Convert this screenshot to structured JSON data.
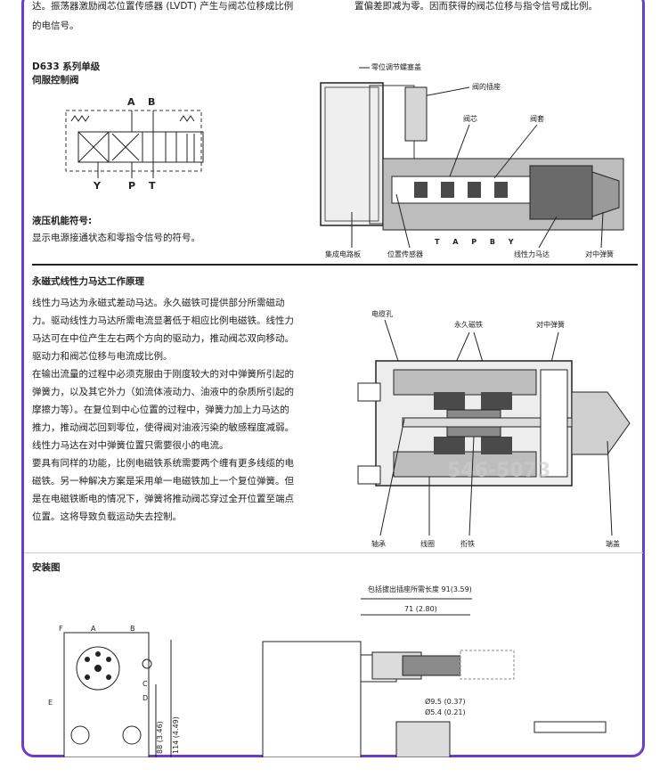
{
  "top": {
    "left_line1": "达。振荡器激励阀芯位置传感器 (LVDT) 产生与阀芯位移成比例",
    "left_line2": "的电信号。",
    "right_line1": "置偏差即减为零。因而获得的阀芯位移与指令信号成比例。"
  },
  "symbol": {
    "title1": "D633 系列单级",
    "title2": "伺服控制阀",
    "port_A": "A",
    "port_B": "B",
    "port_Y": "Y",
    "port_P": "P",
    "port_T": "T",
    "caption_title": "液压机能符号:",
    "caption_text": "显示电源接通状态和零指令信号的符号。"
  },
  "valve_diagram": {
    "label_null_cap": "零位调节螺塞盖",
    "label_connector": "阀的插座",
    "label_spool": "阀芯",
    "label_sleeve": "阀套",
    "label_circuit": "集成电路板",
    "label_sensor": "位置传感器",
    "label_motor": "线性力马达",
    "label_spring": "对中弹簧",
    "ports_row": "T A P B Y"
  },
  "motor_section": {
    "heading": "永磁式线性力马达工作原理",
    "paragraphs": [
      "线性力马达为永磁式差动马达。永久磁铁可提供部分所需磁动",
      "力。驱动线性力马达所需电流显著低于相应比例电磁铁。线性力",
      "马达可在中位产生左右两个方向的驱动力，推动阀芯双向移动。",
      "驱动力和阀芯位移与电流成比例。",
      "在输出流量的过程中必须克服由于刚度较大的对中弹簧所引起的",
      "弹簧力，以及其它外力（如流体液动力、油液中的杂质所引起的",
      "摩擦力等）。在复位到中心位置的过程中，弹簧力加上力马达的",
      "推力，推动阀芯回到零位，使得阀对油液污染的敏感程度减弱。",
      "线性力马达在对中弹簧位置只需要很小的电流。",
      "要具有同样的功能，比例电磁铁系统需要两个缠有更多线缆的电",
      "磁铁。另一种解决方案是采用单一电磁铁加上一个复位弹簧。但",
      "是在电磁铁断电的情况下，弹簧将推动阀芯穿过全开位置至端点",
      "位置。这将导致负载运动失去控制。"
    ]
  },
  "motor_diagram": {
    "label_cable": "电缆孔",
    "label_magnet": "永久磁铁",
    "label_spring": "对中弹簧",
    "label_bearing": "轴承",
    "label_coil": "线圈",
    "label_armature": "衔铁",
    "label_endcap": "端盖",
    "watermark": "546-5073"
  },
  "install": {
    "heading": "安装图",
    "dim_connector": "包括拔出插座所需长度  91(3.59)",
    "dim_71": "71 (2.80)",
    "dim_88": "88 (3.46)",
    "dim_114": "114 (4.49)",
    "dim_d95": "Ø9.5 (0.37)",
    "dim_d54": "Ø5.4 (0.21)",
    "pin_A": "A",
    "pin_B": "B",
    "pin_C": "C",
    "pin_D": "D",
    "pin_E": "E",
    "pin_F": "F"
  },
  "colors": {
    "frame": "#6a3ec8",
    "ink": "#222222",
    "fill_dark": "#4a4a4a",
    "fill_light": "#bdbdbd"
  }
}
